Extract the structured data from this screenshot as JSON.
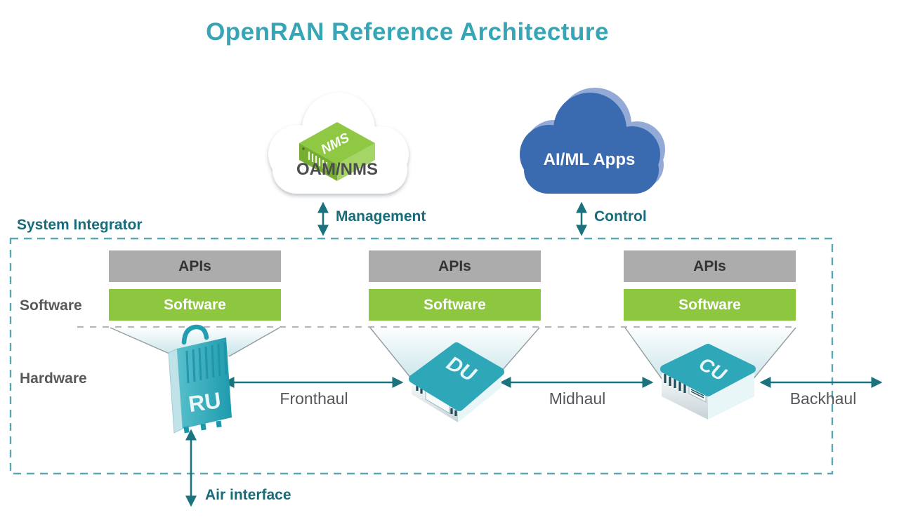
{
  "title": "OpenRAN Reference Architecture",
  "clouds": {
    "oam": {
      "label": "OAM/NMS",
      "device": "NMS"
    },
    "aiml": {
      "label": "AI/ML Apps"
    }
  },
  "system_integrator": {
    "label": "System Integrator",
    "software_row": "Software",
    "hardware_row": "Hardware"
  },
  "columns": [
    {
      "apis": "APIs",
      "software": "Software",
      "unit": "RU"
    },
    {
      "apis": "APIs",
      "software": "Software",
      "unit": "DU"
    },
    {
      "apis": "APIs",
      "software": "Software",
      "unit": "CU"
    }
  ],
  "links": {
    "management": "Management",
    "control": "Control",
    "fronthaul": "Fronthaul",
    "midhaul": "Midhaul",
    "backhaul": "Backhaul",
    "air_interface": "Air interface"
  },
  "colors": {
    "title": "#36A5B5",
    "heading": "#186B78",
    "arrow": "#1B7380",
    "box_border": "#5BA7B2",
    "inner_dash": "#B5B7B8",
    "bar_gray": "#ACACAC",
    "bar_gray_text": "#333333",
    "bar_green": "#8DC63F",
    "row_label": "#58595B",
    "haul_label": "#54565A",
    "cloud_text": "#4D4D4F",
    "cloud_blue": "#3A6BB0",
    "cloud_blue_light": "#93A9D6",
    "nms_green": "#8FC843",
    "device_teal": "#2EA7B8"
  }
}
